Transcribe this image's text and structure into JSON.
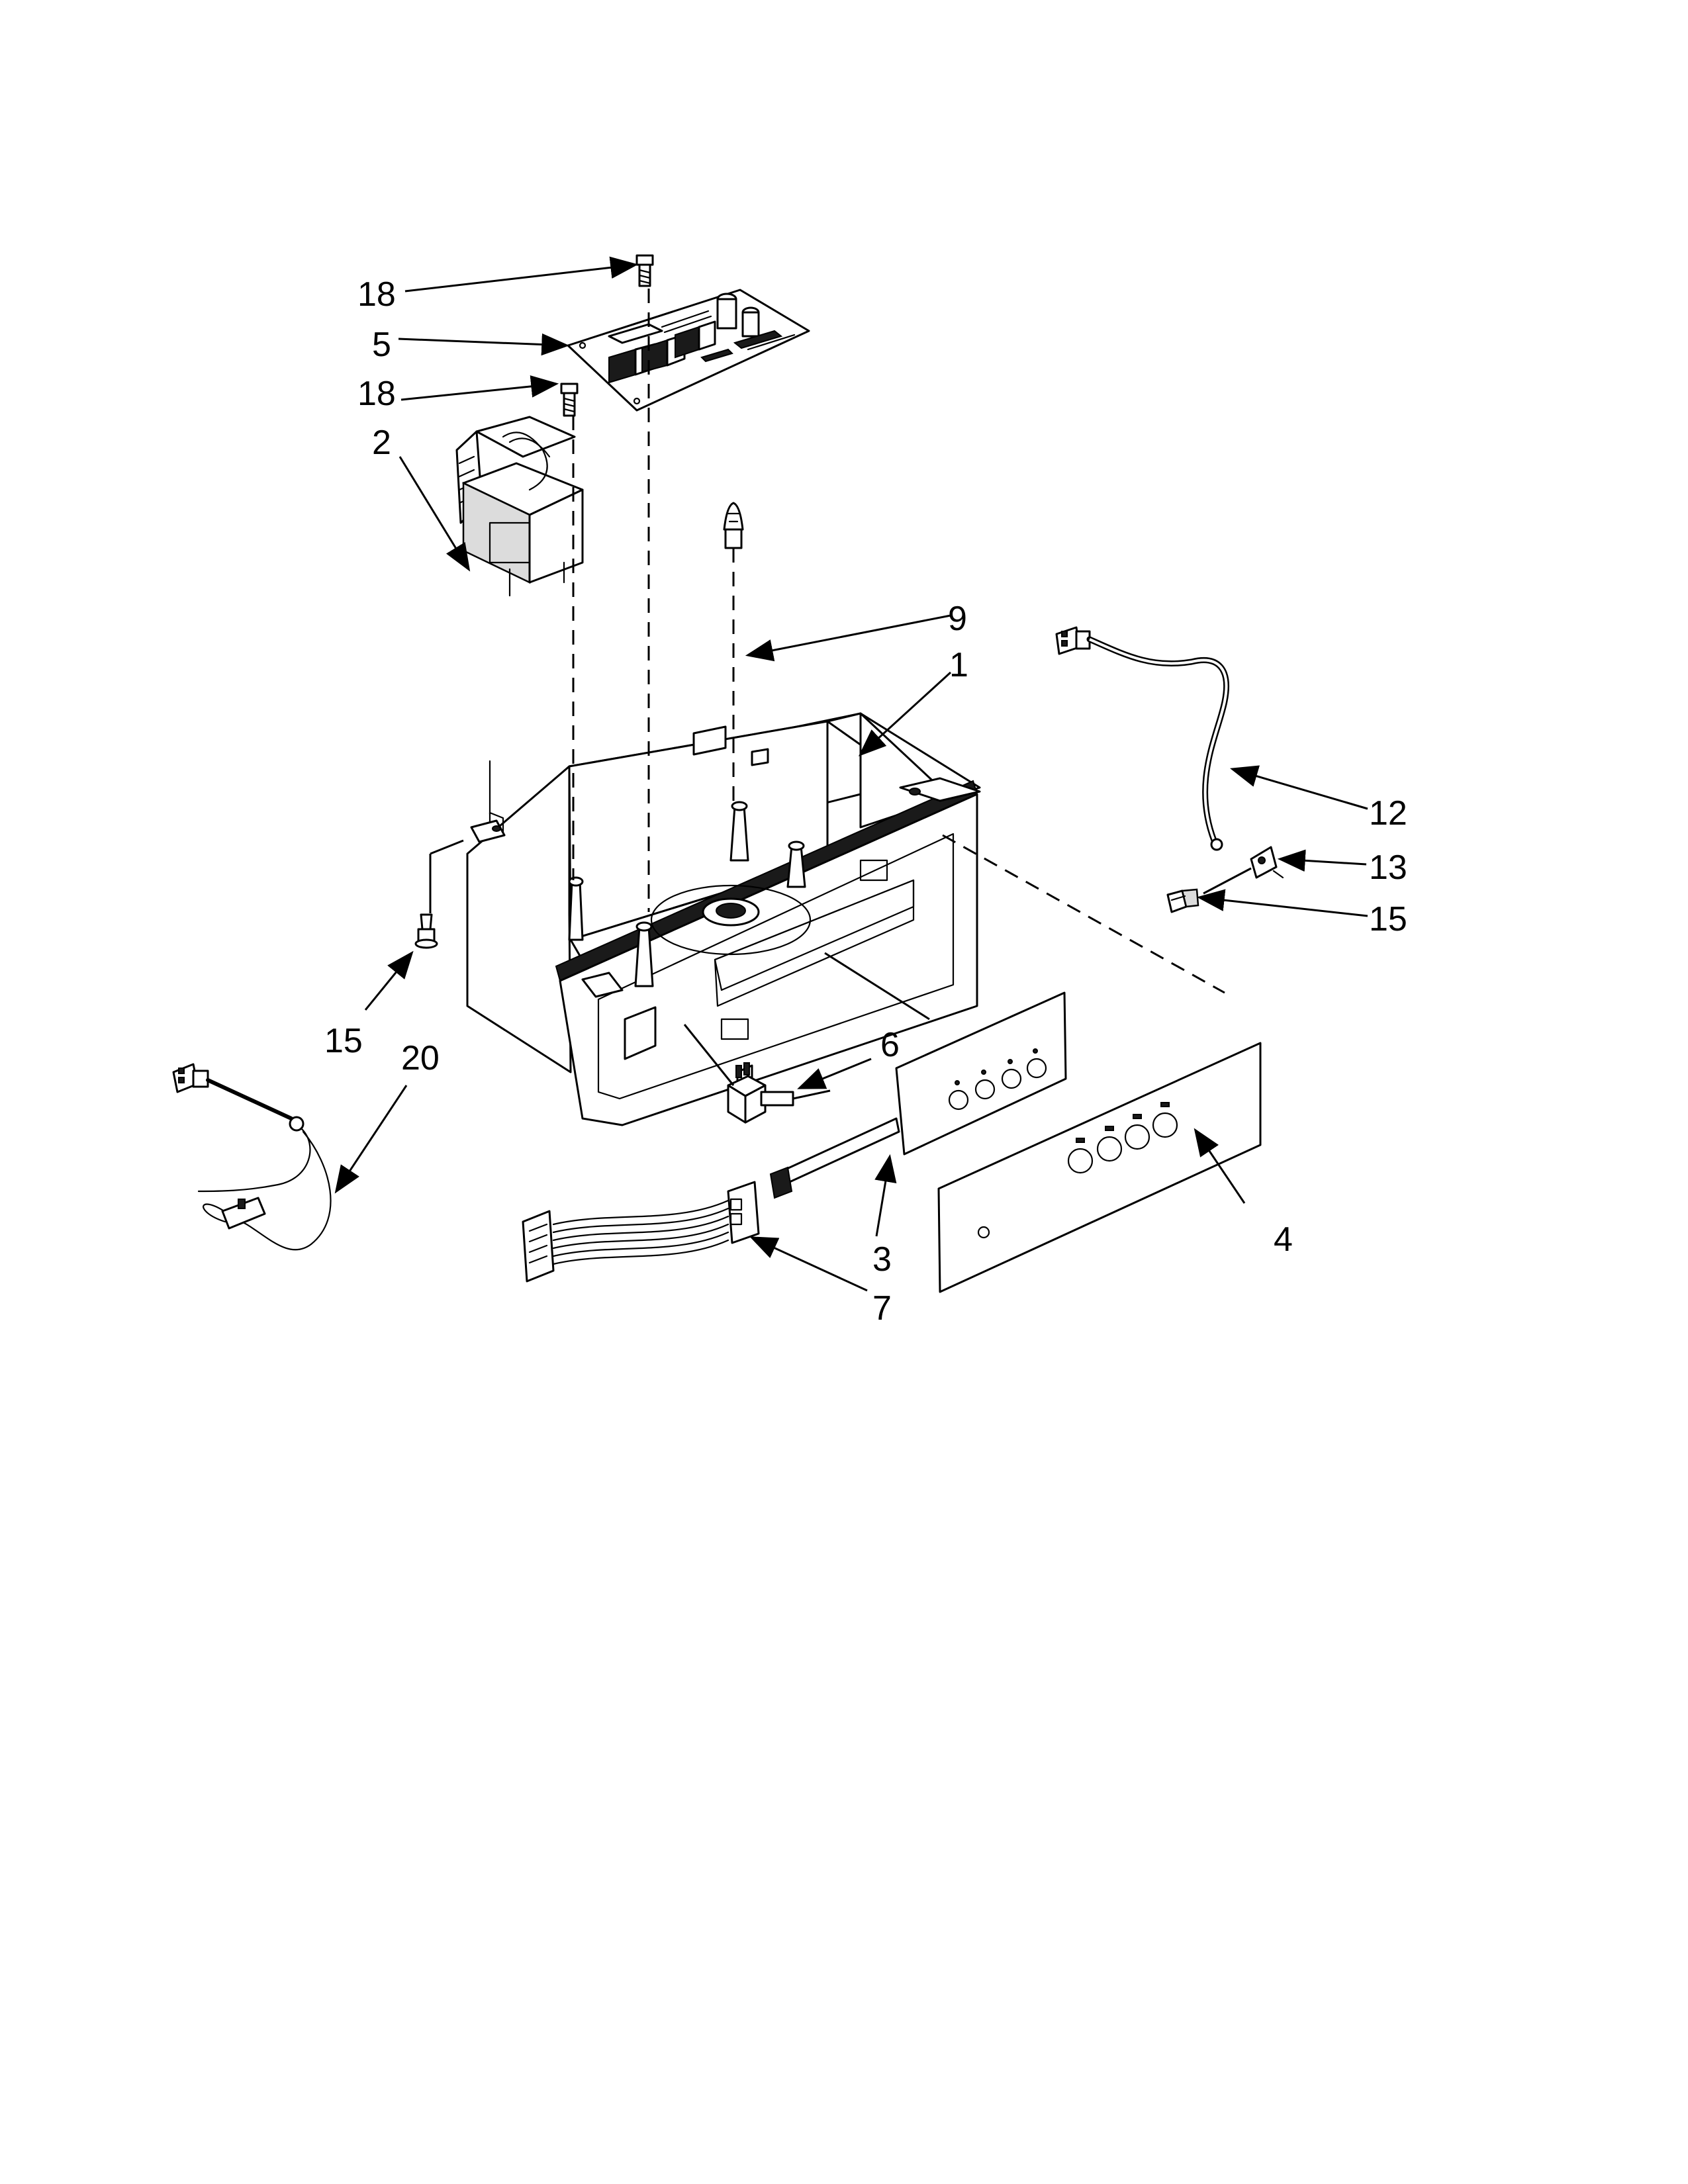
{
  "callouts": {
    "c1": "1",
    "c2": "2",
    "c3": "3",
    "c4": "4",
    "c5": "5",
    "c6": "6",
    "c7": "7",
    "c9": "9",
    "c12": "12",
    "c13": "13",
    "c15a": "15",
    "c15b": "15",
    "c18a": "18",
    "c18b": "18",
    "c20": "20"
  },
  "colors": {
    "line": "#000000",
    "background": "#ffffff"
  }
}
